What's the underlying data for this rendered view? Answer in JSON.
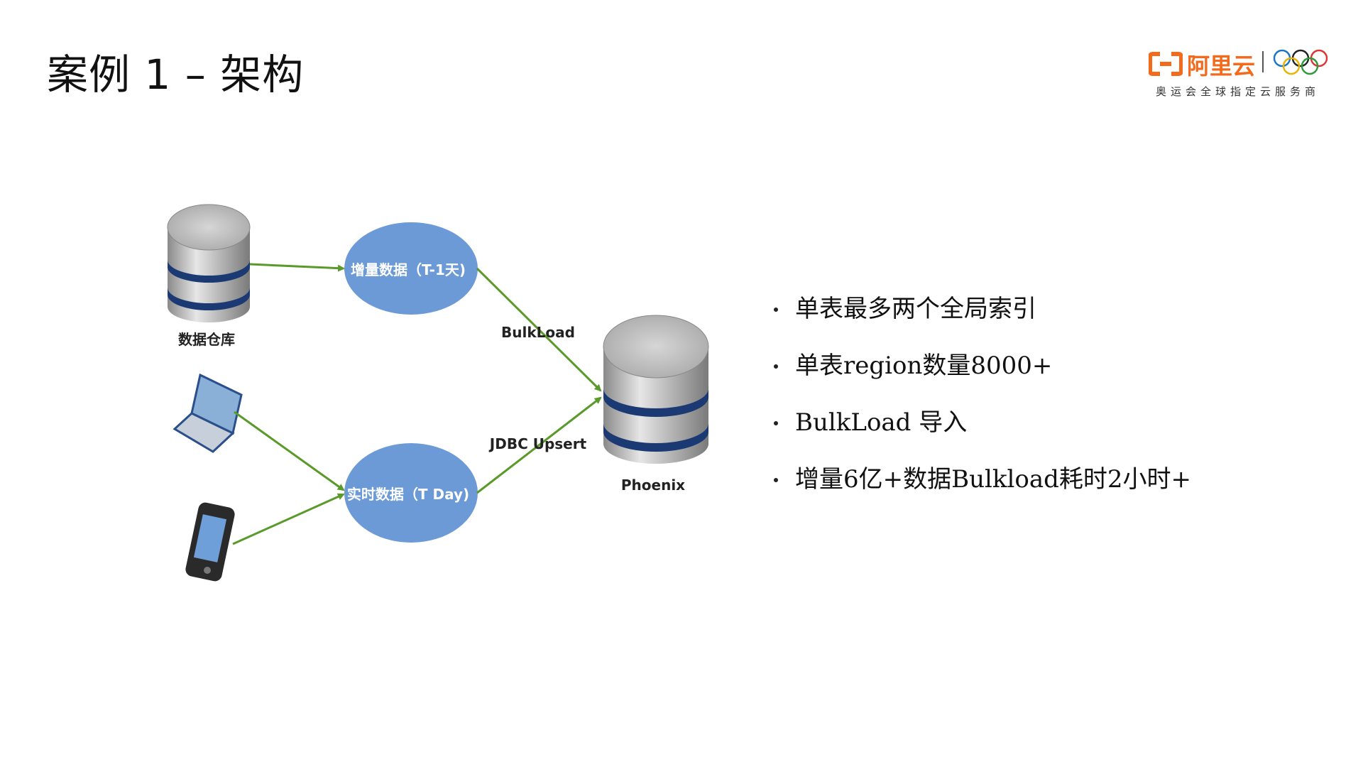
{
  "slide": {
    "title": "案例 1 – 架构"
  },
  "logo": {
    "brand": "阿里云",
    "tagline": "奥运会全球指定云服务商"
  },
  "diagram": {
    "warehouse_label": "数据仓库",
    "incremental_node": "增量数据（T-1天)",
    "realtime_node": "实时数据（T Day)",
    "bulkload_edge": "BulkLoad",
    "upsert_edge": "JDBC Upsert",
    "phoenix_label": "Phoenix",
    "colors": {
      "ellipse": "#6b9ad6",
      "arrow": "#5a9a2a",
      "db_band": "#1b3a73",
      "brand": "#f26b1d"
    }
  },
  "bullets": [
    "单表最多两个全局索引",
    "单表region数量8000+",
    "BulkLoad 导入",
    "增量6亿+数据Bulkload耗时2小时+"
  ]
}
